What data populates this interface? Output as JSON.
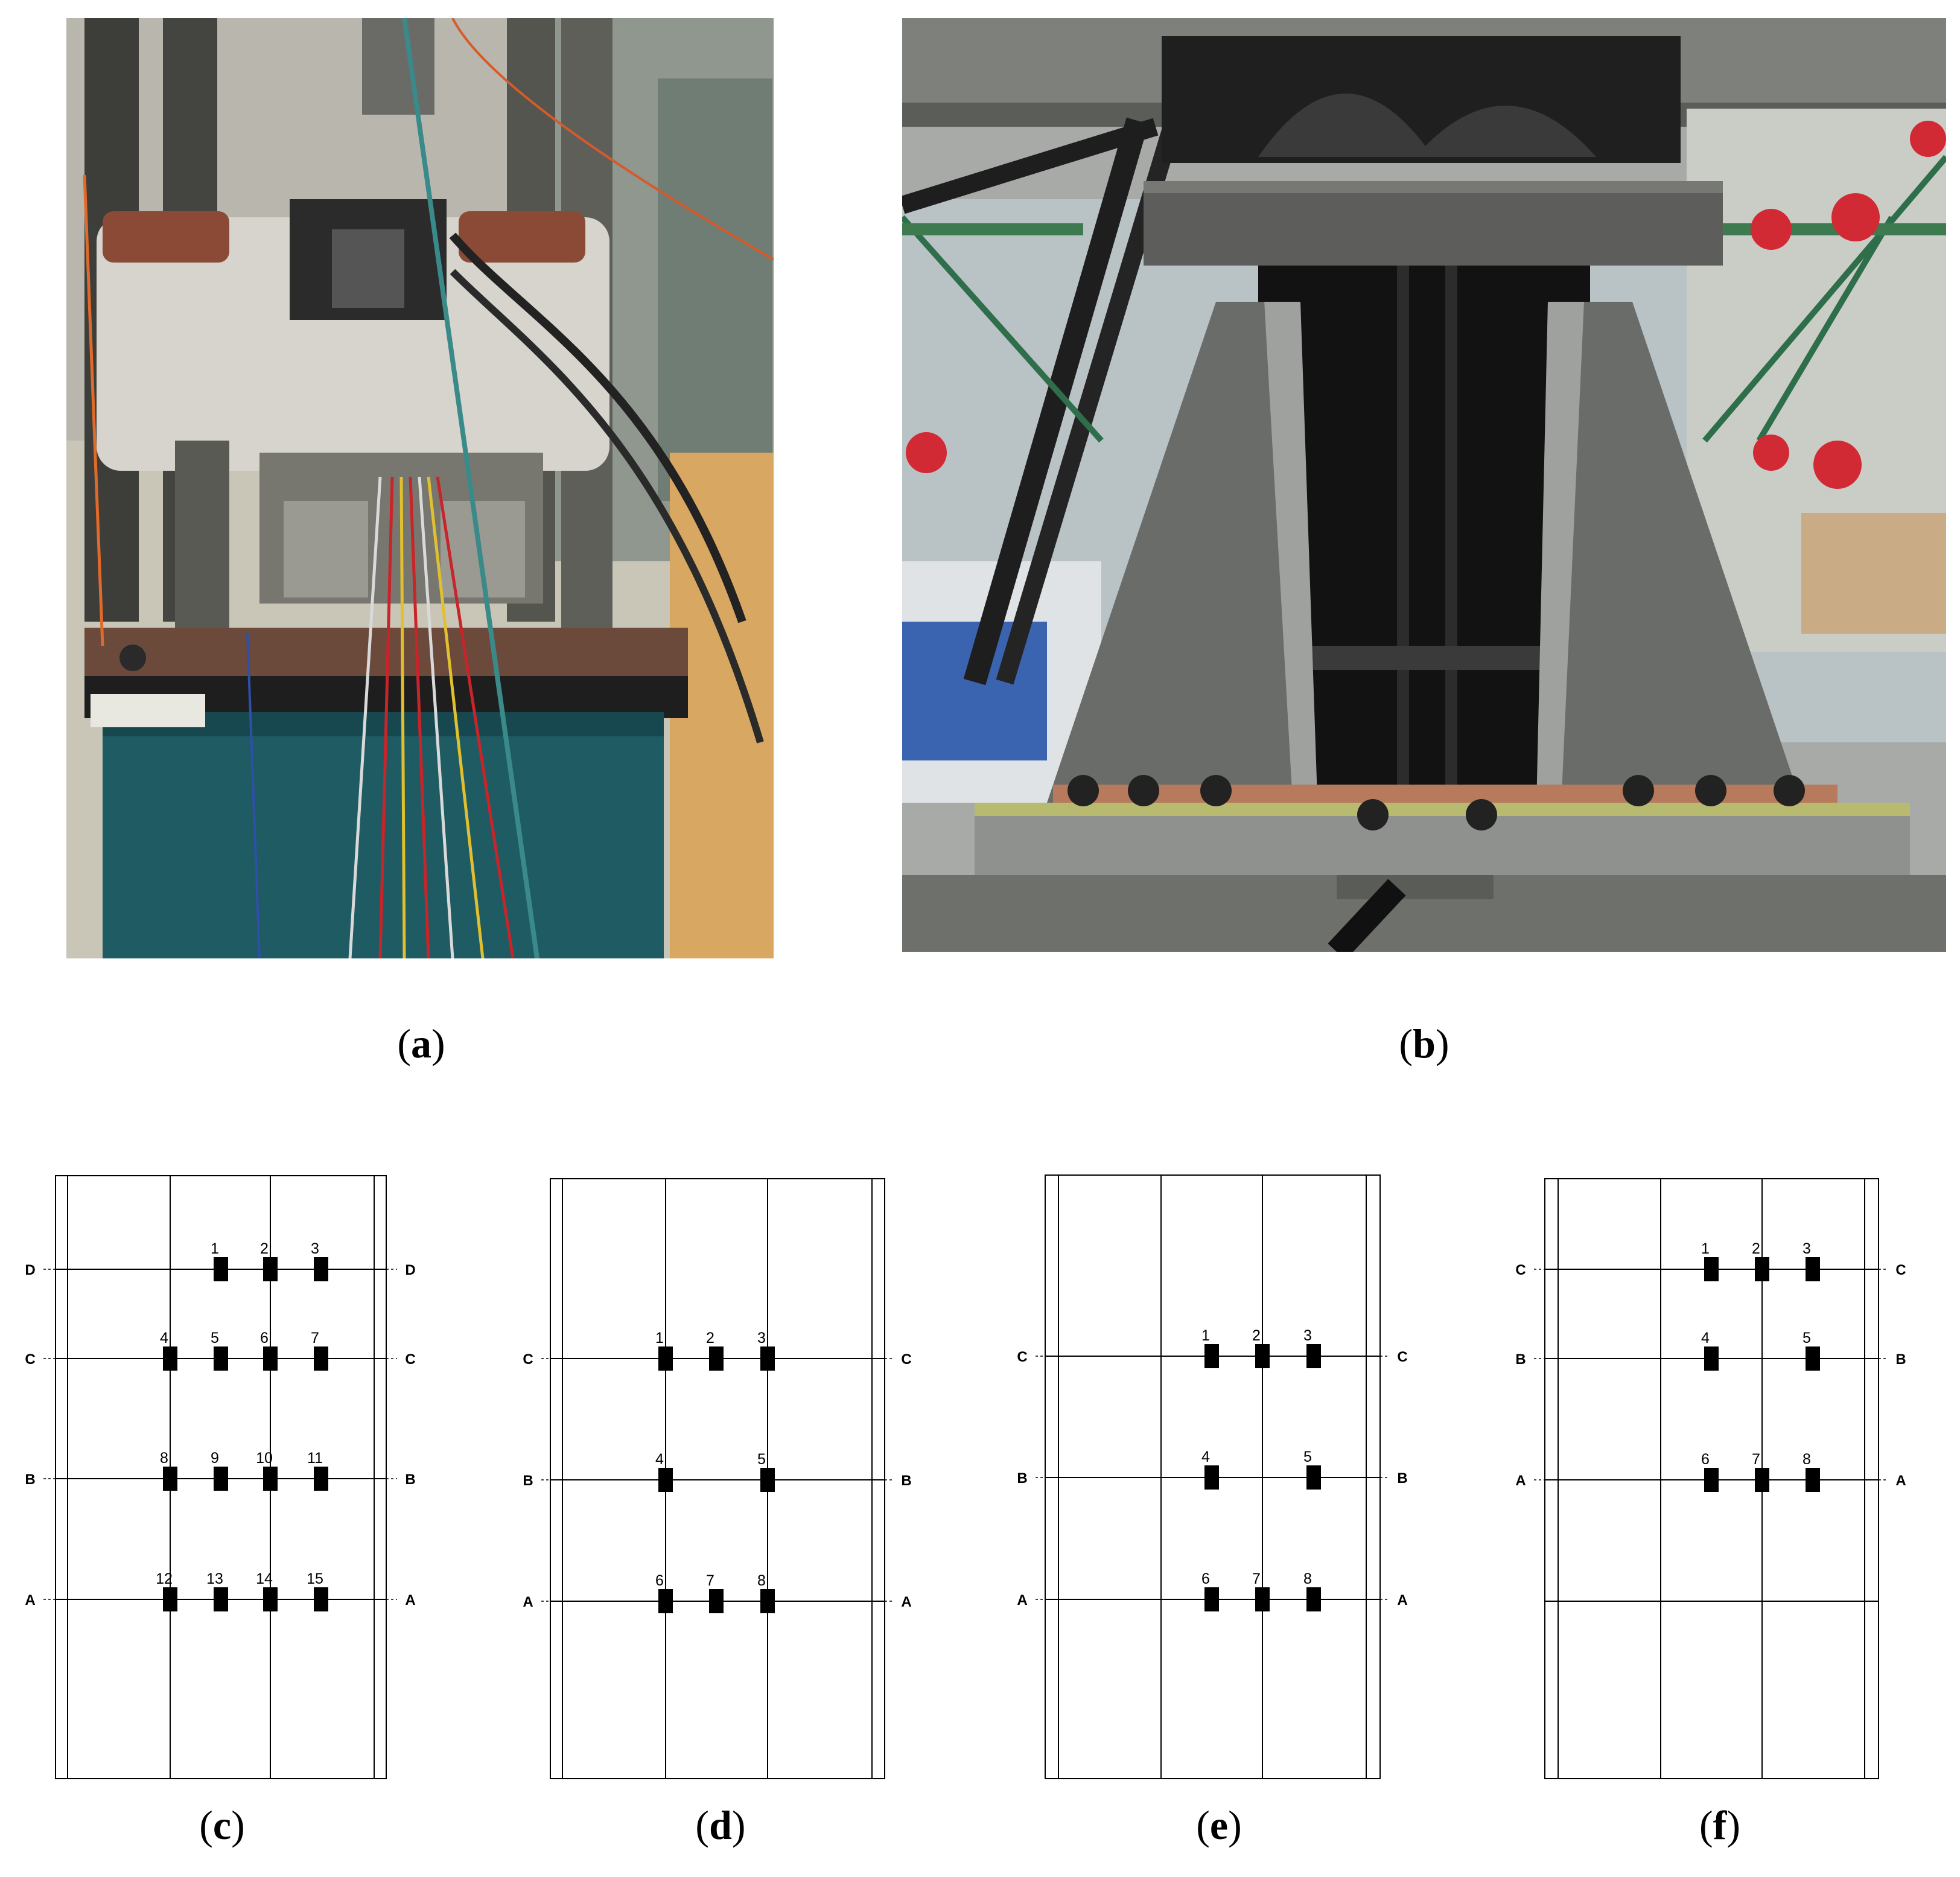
{
  "figure": {
    "panels": [
      {
        "id": "a",
        "caption_letter": "a",
        "kind": "photo"
      },
      {
        "id": "b",
        "caption_letter": "b",
        "kind": "photo"
      },
      {
        "id": "c",
        "caption_letter": "c",
        "kind": "diagram",
        "rows": [
          {
            "label": "D",
            "gauges": [
              {
                "n": "1",
                "col": 1
              },
              {
                "n": "2",
                "col": 2
              },
              {
                "n": "3",
                "col": 3
              }
            ]
          },
          {
            "label": "C",
            "gauges": [
              {
                "n": "4",
                "col": 0
              },
              {
                "n": "5",
                "col": 1
              },
              {
                "n": "6",
                "col": 2
              },
              {
                "n": "7",
                "col": 3
              }
            ]
          },
          {
            "label": "B",
            "gauges": [
              {
                "n": "8",
                "col": 0
              },
              {
                "n": "9",
                "col": 1
              },
              {
                "n": "10",
                "col": 2
              },
              {
                "n": "11",
                "col": 3
              }
            ]
          },
          {
            "label": "A",
            "gauges": [
              {
                "n": "12",
                "col": 0
              },
              {
                "n": "13",
                "col": 1
              },
              {
                "n": "14",
                "col": 2
              },
              {
                "n": "15",
                "col": 3
              }
            ]
          }
        ]
      },
      {
        "id": "d",
        "caption_letter": "d",
        "kind": "diagram",
        "rows": [
          {
            "label": "C",
            "gauges": [
              {
                "n": "1",
                "col": 0
              },
              {
                "n": "2",
                "col": 1
              },
              {
                "n": "3",
                "col": 2
              }
            ]
          },
          {
            "label": "B",
            "gauges": [
              {
                "n": "4",
                "col": 0
              },
              {
                "n": "5",
                "col": 2
              }
            ]
          },
          {
            "label": "A",
            "gauges": [
              {
                "n": "6",
                "col": 0
              },
              {
                "n": "7",
                "col": 1
              },
              {
                "n": "8",
                "col": 2
              }
            ]
          }
        ]
      },
      {
        "id": "e",
        "caption_letter": "e",
        "kind": "diagram",
        "rows": [
          {
            "label": "C",
            "gauges": [
              {
                "n": "1",
                "col": 1
              },
              {
                "n": "2",
                "col": 2
              },
              {
                "n": "3",
                "col": 3
              }
            ]
          },
          {
            "label": "B",
            "gauges": [
              {
                "n": "4",
                "col": 1
              },
              {
                "n": "5",
                "col": 3
              }
            ]
          },
          {
            "label": "A",
            "gauges": [
              {
                "n": "6",
                "col": 1
              },
              {
                "n": "7",
                "col": 2
              },
              {
                "n": "8",
                "col": 3
              }
            ]
          }
        ]
      },
      {
        "id": "f",
        "caption_letter": "f",
        "kind": "diagram",
        "rows": [
          {
            "label": "C",
            "gauges": [
              {
                "n": "1",
                "col": 1
              },
              {
                "n": "2",
                "col": 2
              },
              {
                "n": "3",
                "col": 3
              }
            ]
          },
          {
            "label": "B",
            "gauges": [
              {
                "n": "4",
                "col": 1
              },
              {
                "n": "5",
                "col": 3
              }
            ]
          },
          {
            "label": "A",
            "gauges": [
              {
                "n": "6",
                "col": 1
              },
              {
                "n": "7",
                "col": 2
              },
              {
                "n": "8",
                "col": 3
              }
            ]
          }
        ]
      }
    ]
  }
}
